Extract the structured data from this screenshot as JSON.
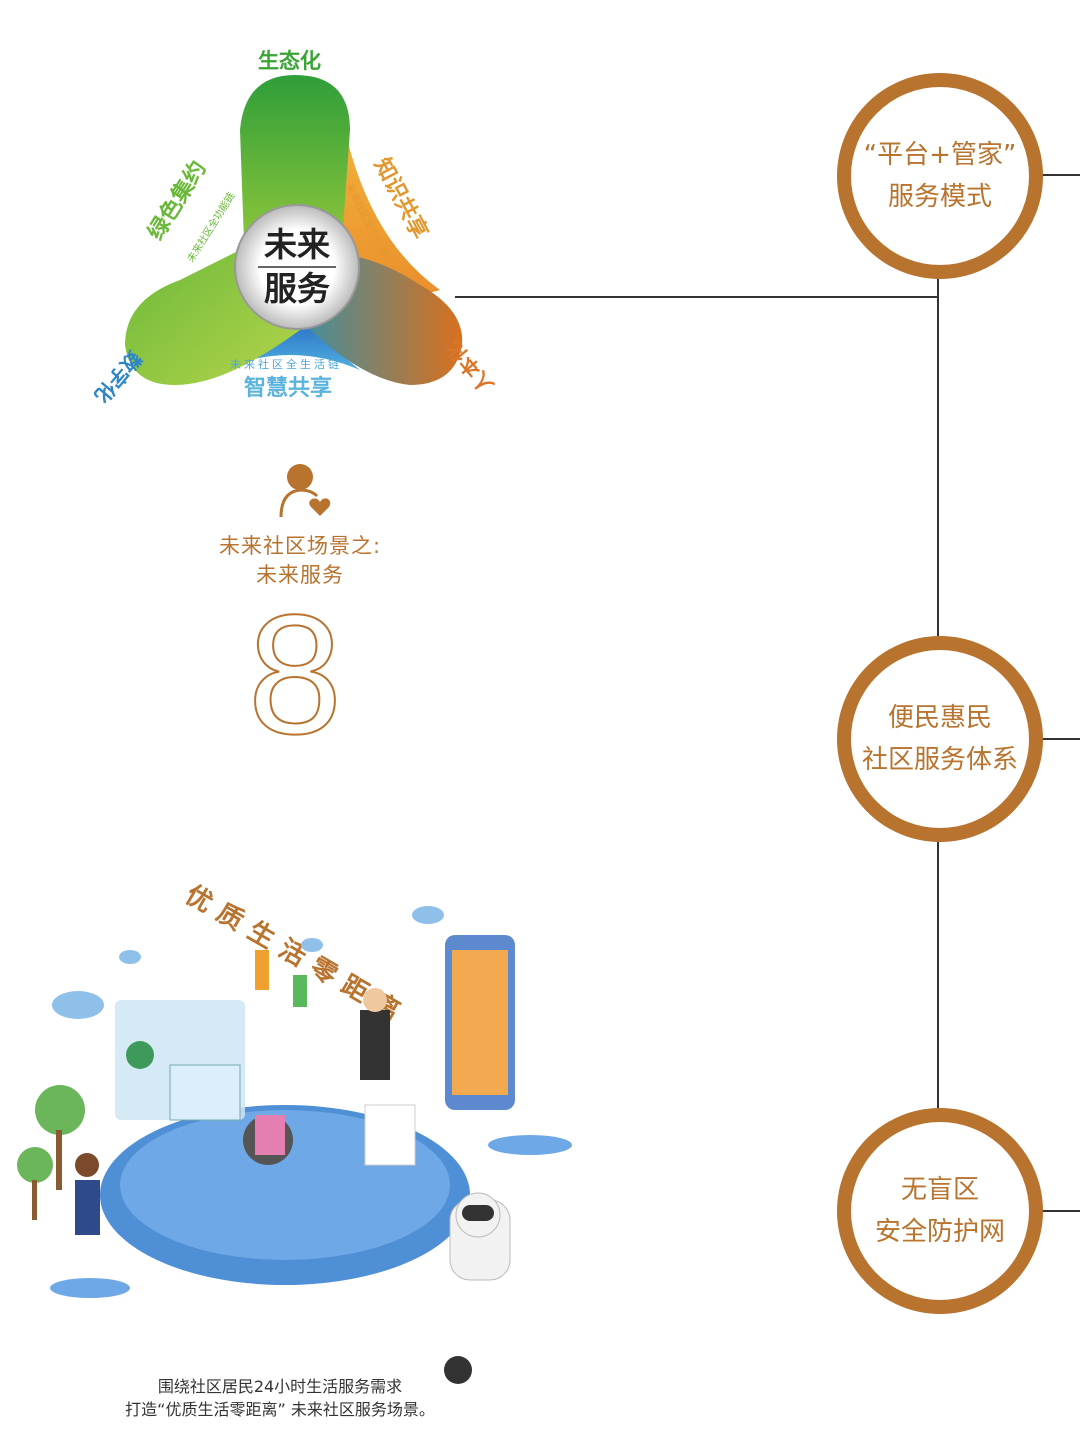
{
  "trefoil": {
    "center_top": "未来",
    "center_bottom": "服务",
    "top_label": "生态化",
    "left_label": "数字化",
    "right_label": "人本化",
    "left_arc_title": "绿色集约",
    "left_arc_sub": "未来社区全功能链",
    "right_arc_title": "知识共享",
    "right_arc_sub": "未来社区全产业链",
    "bottom_arc_title": "智慧共享",
    "bottom_arc_sub": "未来社区全生活链"
  },
  "scene": {
    "icon": "person-heart-icon",
    "title_line1": "未来社区场景之:",
    "title_line2": "未来服务",
    "number": "8",
    "illustration_title": "优质生活零距离"
  },
  "caption": {
    "line1": "围绕社区居民24小时生活服务需求",
    "line2": "打造“优质生活零距离” 未来社区服务场景。"
  },
  "nodes": [
    {
      "line1": "“平台+管家”",
      "line2": "服务模式"
    },
    {
      "line1": "便民惠民",
      "line2": "社区服务体系"
    },
    {
      "line1": "无盲区",
      "line2": "安全防护网"
    }
  ],
  "colors": {
    "accent": "#b8732f",
    "green": "#3aa535",
    "blue": "#2d86c8",
    "orange": "#d9762a"
  }
}
